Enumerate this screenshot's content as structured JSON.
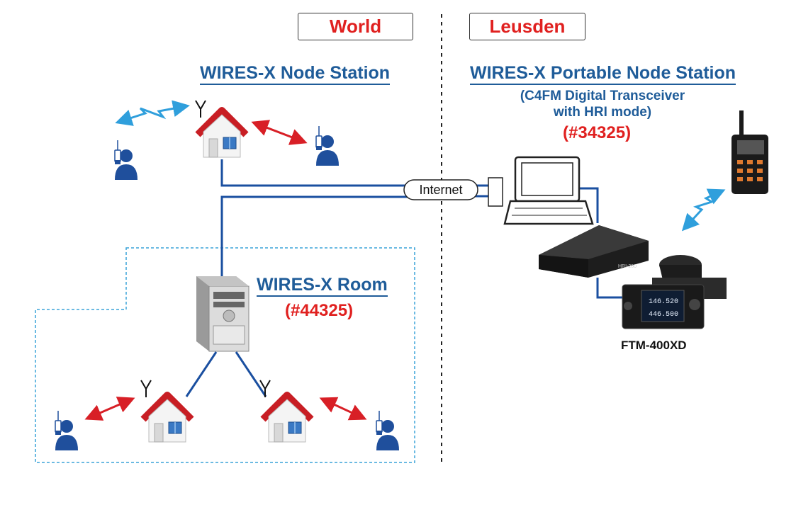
{
  "regions": {
    "left_label": "World",
    "right_label": "Leusden"
  },
  "node_station": {
    "title": "WIRES-X Node Station"
  },
  "portable_node": {
    "title": "WIRES-X Portable Node Station",
    "subtitle_line1": "(C4FM Digital Transceiver",
    "subtitle_line2": "with HRI mode)",
    "number": "(#34325)"
  },
  "room": {
    "title": "WIRES-X Room",
    "number": "(#44325)"
  },
  "internet": {
    "label": "Internet"
  },
  "transceiver": {
    "caption": "FTM-400XD",
    "display_line1": "146.520",
    "display_line2": "446.500"
  },
  "hri_unit": {
    "label": "HRI-200"
  },
  "colors": {
    "link_line": "#1a4fa0",
    "title_blue": "#1f5c99",
    "number_red": "#e0201f",
    "radio_wave_blue": "#2f9fdc",
    "radio_arrow_red": "#d81f26",
    "house_roof": "#d8272d",
    "person_blue": "#1f4f9c",
    "room_dash": "#3aa3d8"
  },
  "icons": [
    "house-icon",
    "antenna-icon",
    "person-with-radio-icon",
    "pc-tower-icon",
    "laptop-icon",
    "hri-interface-icon",
    "mobile-transceiver-icon",
    "handheld-radio-icon",
    "radio-wave-arrow-icon"
  ]
}
